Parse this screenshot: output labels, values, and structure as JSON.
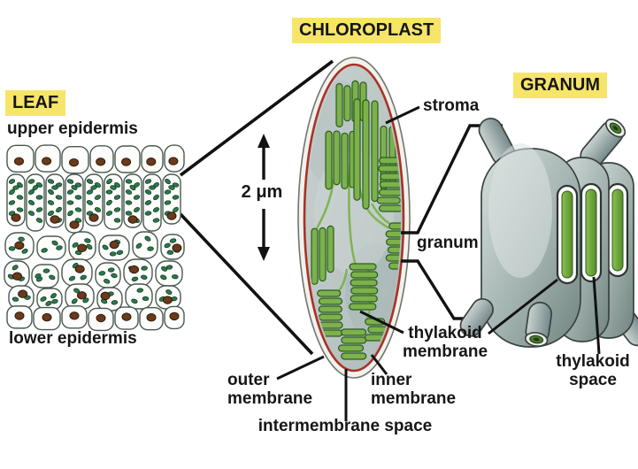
{
  "figure": {
    "leaf": {
      "heading": "LEAF",
      "upper_label": "upper epidermis",
      "lower_label": "lower epidermis"
    },
    "chloroplast": {
      "heading": "CHLOROPLAST",
      "scale_label": "2 μm",
      "labels": {
        "stroma": "stroma",
        "granum": "granum",
        "outer_membrane": "outer membrane",
        "inner_membrane": "inner membrane",
        "intermembrane_space": "intermembrane space",
        "thylakoid_membrane": "thylakoid membrane"
      }
    },
    "granum": {
      "heading": "GRANUM",
      "labels": {
        "thylakoid_space": "thylakoid space"
      }
    }
  },
  "colors": {
    "highlight_yellow": "#f7e569",
    "label_text": "#161616",
    "line_black": "#121212",
    "leaf_cell_outline": "#49584f",
    "chloroplast_green": "#2c7a4b",
    "nucleus_brown": "#6a3a1b",
    "grana_green": "#7cb14c",
    "grana_outline": "#2b5c1e",
    "stroma_gray": "#bfcac9",
    "inner_membrane_red": "#a93226",
    "granum_gray": "#a7b5b2",
    "thylakoid_space_green": "#6fae3d"
  }
}
